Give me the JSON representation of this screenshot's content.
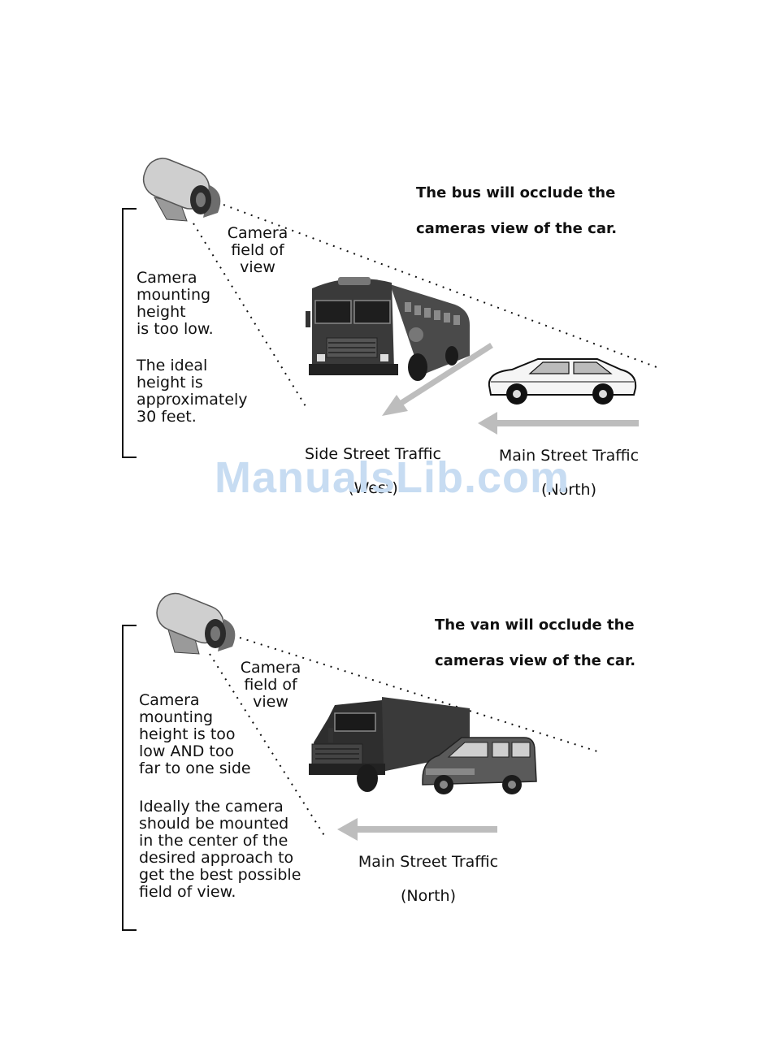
{
  "watermark": "ManualsLib.com",
  "diagram1": {
    "caption_line1": "The bus will occlude the",
    "caption_line2": "cameras view of the car.",
    "fov_label": "Camera\nfield of\nview",
    "height_note": "Camera\nmounting\nheight\nis too low.",
    "ideal_note": "The ideal\nheight is\napproximately\n30 feet.",
    "side_street_label": "Side Street Traffic",
    "side_street_dir": "(West)",
    "main_street_label": "Main Street Traffic",
    "main_street_dir": "(North)"
  },
  "diagram2": {
    "caption_line1": "The van will occlude the",
    "caption_line2": "cameras view of the car.",
    "fov_label": "Camera\nfield of\nview",
    "height_note": "Camera\nmounting\nheight is too\nlow AND too\nfar to one side",
    "ideal_note": "Ideally the camera\nshould be mounted\nin the center of the\ndesired approach to\nget the best possible\nfield of view.",
    "main_street_label": "Main Street Traffic",
    "main_street_dir": "(North)"
  },
  "colors": {
    "arrow": "#bdbdbd",
    "vehicle_dark": "#3a3a3a",
    "watermark": "#c7dcf2"
  }
}
